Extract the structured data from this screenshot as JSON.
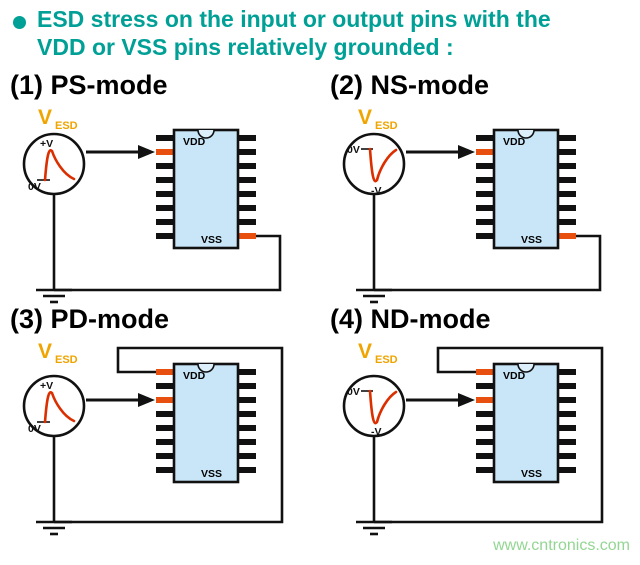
{
  "header": {
    "bullet_icon": "circle-bullet",
    "line1": "ESD stress on the input or output pins with the",
    "line2": "VDD or VSS pins relatively grounded :"
  },
  "source_label": {
    "v": "V",
    "sub": "ESD"
  },
  "modes": [
    {
      "title": "(1) PS-mode",
      "pulse": "positive",
      "wave_top": "+V",
      "wave_bottom": "0V",
      "chip_top": "VDD",
      "chip_bottom": "VSS",
      "grounded_pin": "VSS"
    },
    {
      "title": "(2) NS-mode",
      "pulse": "negative",
      "wave_top": "0V",
      "wave_bottom": "-V",
      "chip_top": "VDD",
      "chip_bottom": "VSS",
      "grounded_pin": "VSS"
    },
    {
      "title": "(3) PD-mode",
      "pulse": "positive",
      "wave_top": "+V",
      "wave_bottom": "0V",
      "chip_top": "VDD",
      "chip_bottom": "VSS",
      "grounded_pin": "VDD"
    },
    {
      "title": "(4) ND-mode",
      "pulse": "negative",
      "wave_top": "0V",
      "wave_bottom": "-V",
      "chip_top": "VDD",
      "chip_bottom": "VSS",
      "grounded_pin": "VDD"
    }
  ],
  "watermark": "www.cntronics.com",
  "colors": {
    "title_teal": "#00A096",
    "vesd_orange": "#EFA400",
    "pulse_red": "#DB2F00",
    "chip_fill": "#C8E6F8",
    "stressed_pin": "#E8500F",
    "watermark_green": "#93D693"
  }
}
